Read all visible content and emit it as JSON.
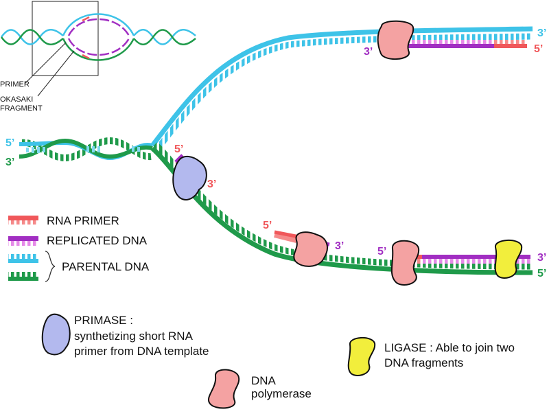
{
  "inset": {
    "primer_label": "PRIMER",
    "okasaki_line1": "OKASAKI",
    "okasaki_line2": "FRAGMENT"
  },
  "ends": {
    "left_top": "5’",
    "left_bottom": "3’",
    "top_right_upper": "3’",
    "top_right_purple": "3’",
    "top_right_red": "5’",
    "mid_primer_5": "5’",
    "mid_primer_3": "3’",
    "frag_5": "5’",
    "frag_3": "3’",
    "bot_purple_5": "5’",
    "bot_right_3": "3’",
    "bot_right_5": "5’"
  },
  "legend": {
    "rna_primer": "RNA PRIMER",
    "replicated_dna": "REPLICATED DNA",
    "parental_dna": "PARENTAL DNA"
  },
  "enzymes": {
    "primase_title": "PRIMASE :",
    "primase_line1": "synthetizing short RNA",
    "primase_line2": "primer from DNA template",
    "polymerase_line1": "DNA",
    "polymerase_line2": "polymerase",
    "ligase_line1": "LIGASE : Able to join two",
    "ligase_line2": "DNA fragments"
  },
  "colors": {
    "parental_blue": "#3ec3e8",
    "parental_green": "#1f9a4a",
    "replicated_purple": "#a12ec2",
    "rna_red": "#f0575a",
    "primase": "#b3b9ee",
    "polymerase": "#f4a2a2",
    "ligase": "#f2ee3c"
  }
}
